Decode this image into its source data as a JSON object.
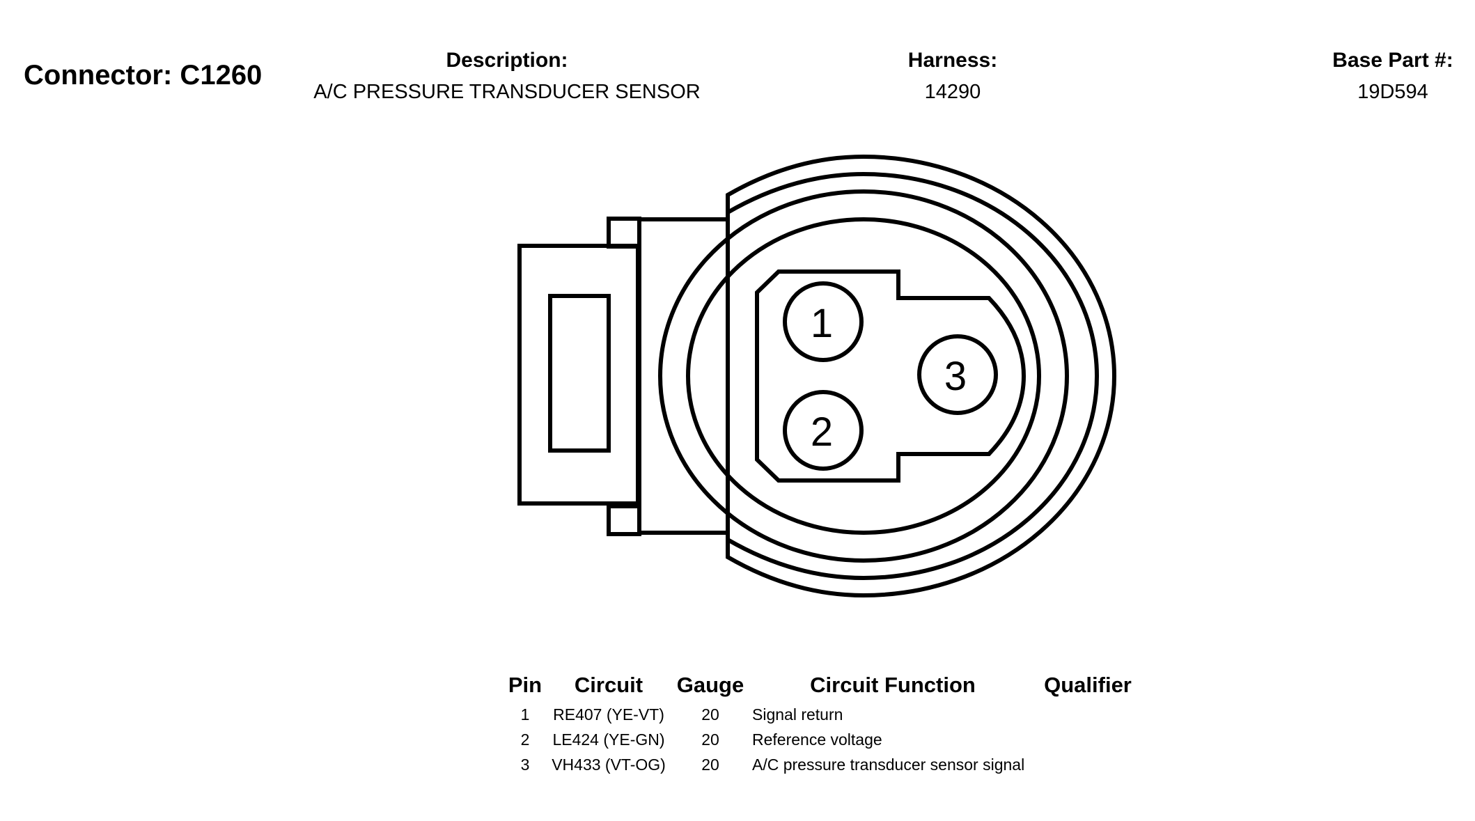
{
  "connector": {
    "label": "Connector: C1260"
  },
  "description": {
    "label": "Description:",
    "value": "A/C PRESSURE TRANSDUCER SENSOR"
  },
  "harness": {
    "label": "Harness:",
    "value": "14290"
  },
  "base_part": {
    "label": "Base Part #:",
    "value": "19D594"
  },
  "pins": [
    "1",
    "2",
    "3"
  ],
  "table": {
    "headers": [
      "Pin",
      "Circuit",
      "Gauge",
      "Circuit Function",
      "Qualifier"
    ],
    "rows": [
      {
        "pin": "1",
        "circuit": "RE407 (YE-VT)",
        "gauge": "20",
        "function": "Signal return",
        "qualifier": ""
      },
      {
        "pin": "2",
        "circuit": "LE424 (YE-GN)",
        "gauge": "20",
        "function": "Reference voltage",
        "qualifier": ""
      },
      {
        "pin": "3",
        "circuit": "VH433 (VT-OG)",
        "gauge": "20",
        "function": "A/C pressure transducer sensor signal",
        "qualifier": ""
      }
    ]
  }
}
